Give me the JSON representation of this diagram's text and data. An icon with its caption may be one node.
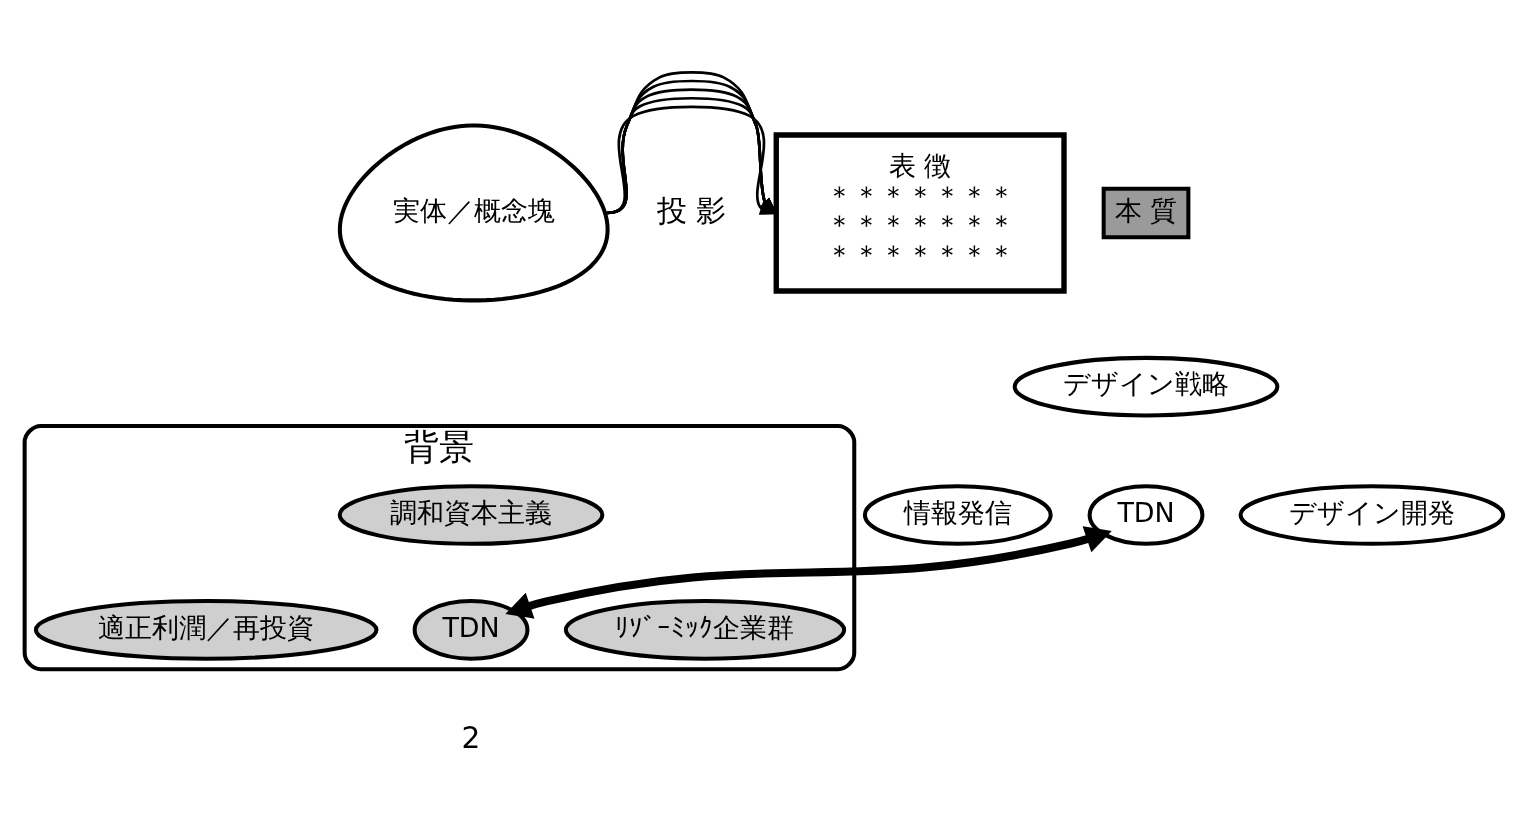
{
  "diagram": {
    "nodes": [
      {
        "text": [
          "実体／概念塊"
        ]
      },
      {
        "text": [
          "表 徴",
          "＊＊＊＊＊＊＊",
          "＊＊＊＊＊＊＊",
          "＊＊＊＊＊＊＊"
        ]
      },
      {
        "text": [
          "本 質"
        ]
      },
      {
        "text": [
          "デザイン戦略"
        ]
      },
      {
        "text": [
          "TDN"
        ]
      },
      {
        "text": [
          "情報発信"
        ]
      },
      {
        "text": [
          "デザイン開発"
        ]
      },
      {
        "text": [
          "背景"
        ]
      },
      {
        "text": [
          "調和資本主義"
        ],
        "in": 7
      },
      {
        "text": [
          "TDN"
        ],
        "in": 7
      },
      {
        "text": [
          "適正利潤／再投資"
        ],
        "in": 7
      },
      {
        "text": [
          "ﾘｿﾞｰﾐｯｸ企業群"
        ],
        "in": 7
      }
    ],
    "edges": [
      {
        "from": 0,
        "to": 1,
        "arrow": "to"
      },
      {
        "from": 0,
        "to": 1,
        "arrow": "to"
      },
      {
        "from": 0,
        "to": 1,
        "arrow": "to"
      },
      {
        "from": 0,
        "to": 1,
        "arrow": "to"
      },
      {
        "from": 0,
        "to": 1,
        "arrow": "to"
      },
      {
        "from": 4,
        "to": 9,
        "arrow": "both",
        "style": "thick"
      }
    ],
    "labels": [
      "投 影",
      "2"
    ]
  }
}
